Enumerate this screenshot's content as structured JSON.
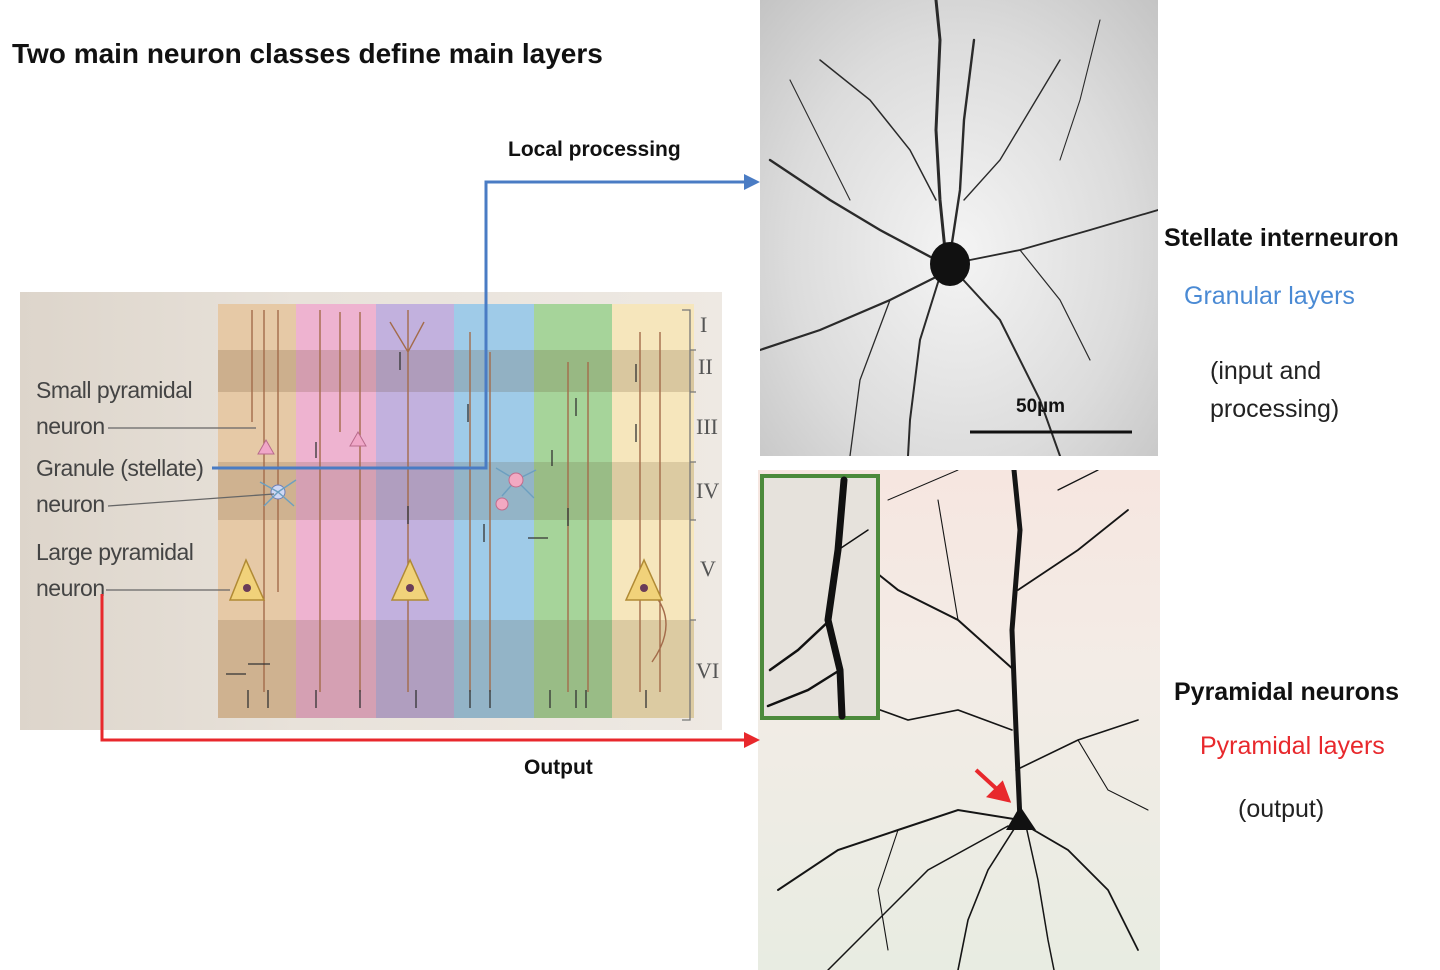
{
  "title": "Two main neuron classes define main layers",
  "flows": {
    "local": "Local processing",
    "output": "Output"
  },
  "neuron_labels": {
    "small_pyramidal": "Small pyramidal neuron",
    "small_pyramidal_l1": "Small pyramidal",
    "small_pyramidal_l2": "neuron",
    "granule_l1": "Granule (stellate)",
    "granule_l2": "neuron",
    "large_l1": "Large pyramidal",
    "large_l2": "neuron"
  },
  "layers": [
    "I",
    "II",
    "III",
    "IV",
    "V",
    "VI"
  ],
  "scale_bar": "50µm",
  "stellate": {
    "title": "Stellate interneuron",
    "layer": "Granular layers",
    "note_l1": "(input and",
    "note_l2": "processing)"
  },
  "pyramidal": {
    "title": "Pyramidal neurons",
    "layer": "Pyramidal layers",
    "note": "(output)"
  },
  "colors": {
    "local_arrow": "#4a7cc4",
    "output_arrow": "#e8282c",
    "granular_text": "#4a8ad4",
    "pyramidal_text": "#e8282c",
    "inset_border": "#4c8a3c"
  }
}
